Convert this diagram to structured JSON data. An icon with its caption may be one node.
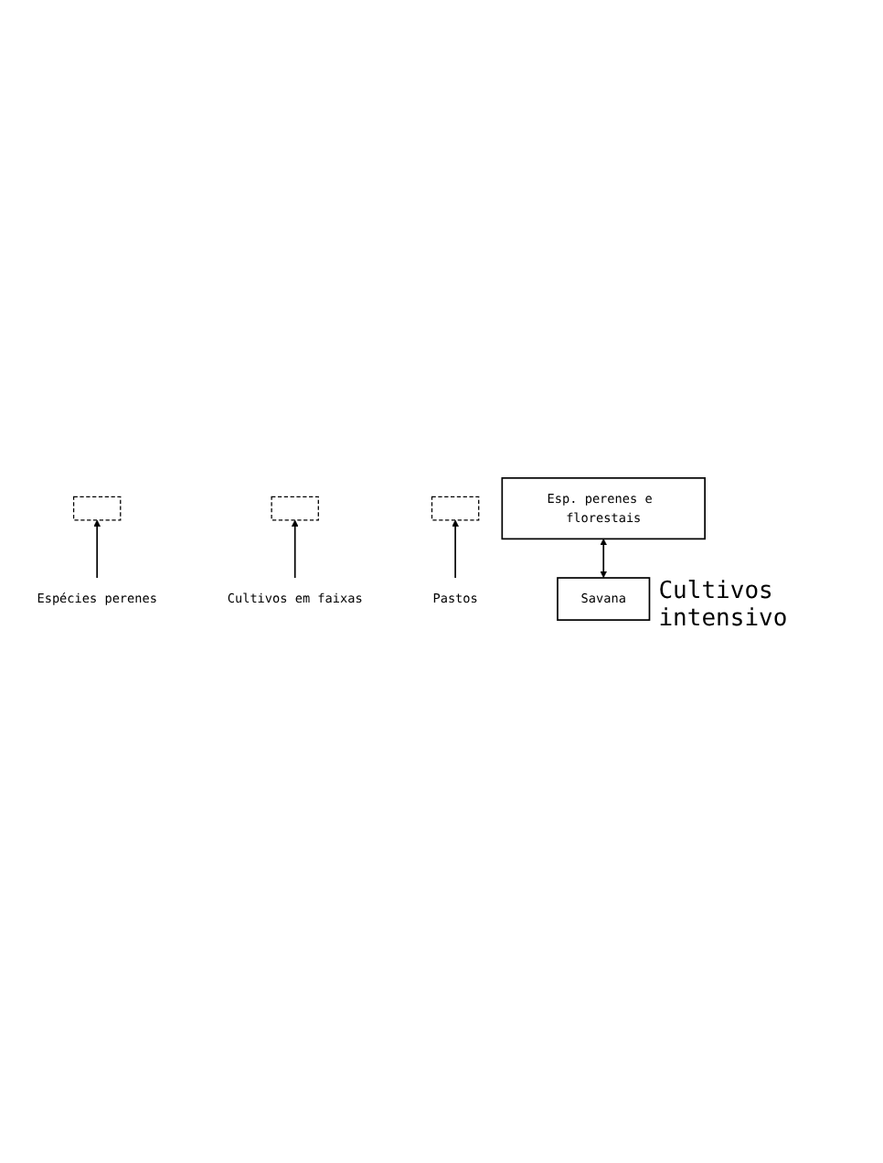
{
  "diagram": {
    "nodes": [
      {
        "text": [
          "Esp. perenes e florestais"
        ]
      },
      {
        "text": [],
        "shape": "box"
      },
      {
        "text": [],
        "shape": "box"
      },
      {
        "text": [],
        "shape": "box"
      },
      {
        "text": [
          "Espécies perenes"
        ]
      },
      {
        "text": [
          "Cultivos em faixas"
        ]
      },
      {
        "text": [
          "Pastos"
        ]
      },
      {
        "text": [
          "Savana"
        ],
        "beside": [
          "Cultivos intensivo"
        ]
      }
    ],
    "edges": [
      {
        "from": 7,
        "to": 0,
        "arrow": "both"
      },
      {
        "from": 4,
        "to": 1,
        "arrow": "to"
      },
      {
        "from": 5,
        "to": 2,
        "arrow": "to"
      },
      {
        "from": 6,
        "to": 3,
        "arrow": "to"
      }
    ]
  }
}
